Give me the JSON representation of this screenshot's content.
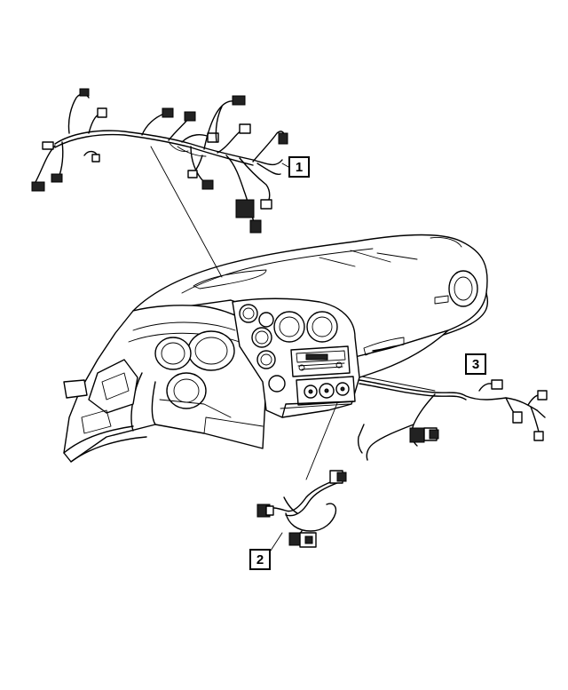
{
  "callouts": [
    {
      "label": "1"
    },
    {
      "label": "2"
    },
    {
      "label": "3"
    }
  ],
  "parts": [
    {
      "icon": "instrument-panel-wiring-harness"
    },
    {
      "icon": "console-jumper-harness"
    },
    {
      "icon": "passenger-side-wiring-harness"
    },
    {
      "icon": "instrument-panel-dashboard"
    }
  ]
}
